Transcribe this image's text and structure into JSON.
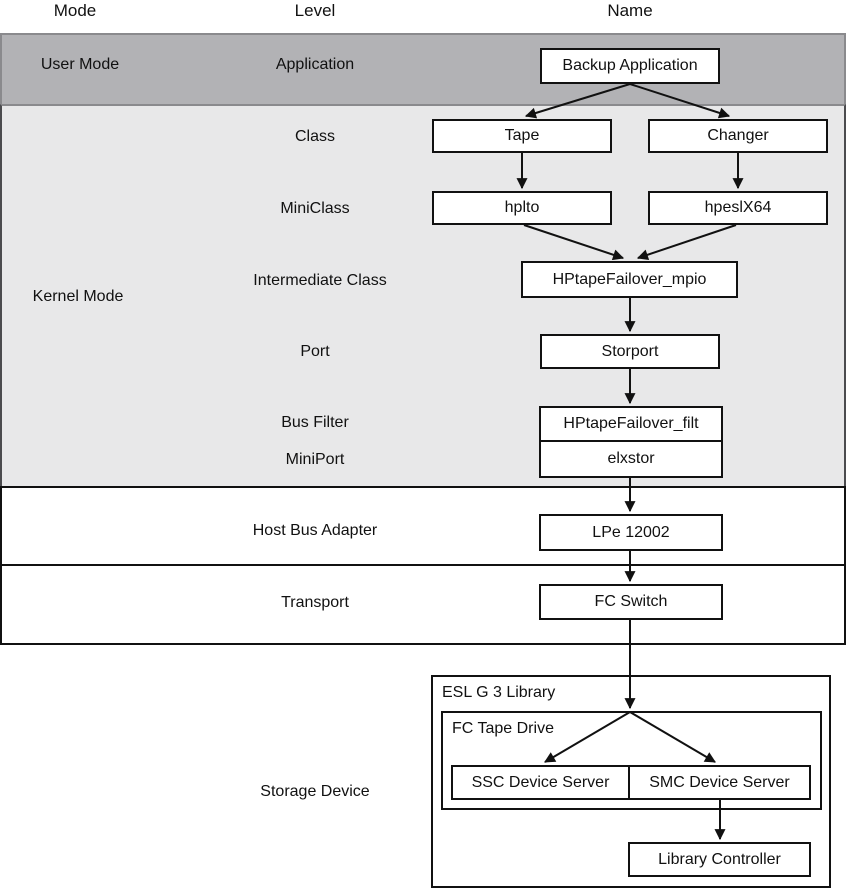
{
  "header": {
    "mode": "Mode",
    "level": "Level",
    "name": "Name"
  },
  "rows": {
    "user_mode": "User Mode",
    "application": "Application",
    "class": "Class",
    "miniclass": "MiniClass",
    "intermediate_class": "Intermediate Class",
    "kernel_mode": "Kernel Mode",
    "port": "Port",
    "bus_filter": "Bus Filter",
    "miniport": "MiniPort",
    "host_bus_adapter": "Host Bus Adapter",
    "transport": "Transport",
    "storage_device": "Storage Device"
  },
  "nodes": {
    "backup_application": "Backup Application",
    "tape": "Tape",
    "changer": "Changer",
    "hplto": "hplto",
    "hpeslx64": "hpeslX64",
    "intermediate_class_driver": "HPtapeFailover_mpio",
    "port_driver": "Storport",
    "bus_filter_driver": "HPtapeFailover_filt",
    "miniport_driver": "elxstor",
    "host_bus_adapter": "LPe 12002",
    "fc_switch": "FC Switch",
    "library": "ESL G 3 Library",
    "fc_tape_drive": "FC Tape Drive",
    "ssc_device_server": "SSC Device Server",
    "smc_device_server": "SMC Device Server",
    "library_controller": "Library Controller"
  },
  "colors": {
    "user_band_fill": "#b2b2b5",
    "user_band_border": "#8a8a8d",
    "kernel_band_fill": "#e8e8e9",
    "kernel_band_border": "#4b4b4e",
    "box_fill": "#ffffff",
    "box_border": "#111111",
    "arrow": "#111111",
    "text": "#111111"
  }
}
